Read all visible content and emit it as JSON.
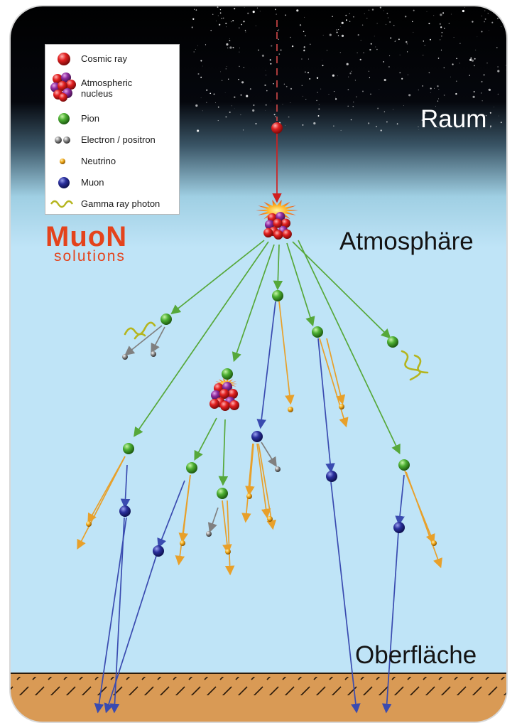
{
  "legend": {
    "items": [
      {
        "label": "Cosmic ray",
        "icon": "cosmic-ray-icon"
      },
      {
        "label": "Atmospheric\nnucleus",
        "icon": "atomic-nucleus-icon"
      },
      {
        "label": "Pion",
        "icon": "pion-icon"
      },
      {
        "label": "Electron / positron",
        "icon": "electron-positron-icon"
      },
      {
        "label": "Neutrino",
        "icon": "neutrino-icon"
      },
      {
        "label": "Muon",
        "icon": "muon-icon"
      },
      {
        "label": "Gamma ray photon",
        "icon": "gamma-photon-icon"
      }
    ]
  },
  "logo": {
    "main": "MuoN",
    "sub": "solutions"
  },
  "regions": {
    "space": "Raum",
    "atmosphere": "Atmosphäre",
    "surface": "Oberfläche"
  },
  "colors": {
    "cosmic_ray": "#e02020",
    "pion": "#4caf32",
    "pion_track": "#56a83a",
    "muon": "#2a2f9c",
    "muon_track": "#3a4bb0",
    "neutrino": "#f0a81a",
    "neutrino_track": "#e8a02a",
    "electron": "#8a8a8a",
    "gamma": "#b5b51e",
    "sky_top": "#000000",
    "sky_lower": "#bfe4f7",
    "ground": "#d99a55",
    "logo": "#e4431c"
  }
}
